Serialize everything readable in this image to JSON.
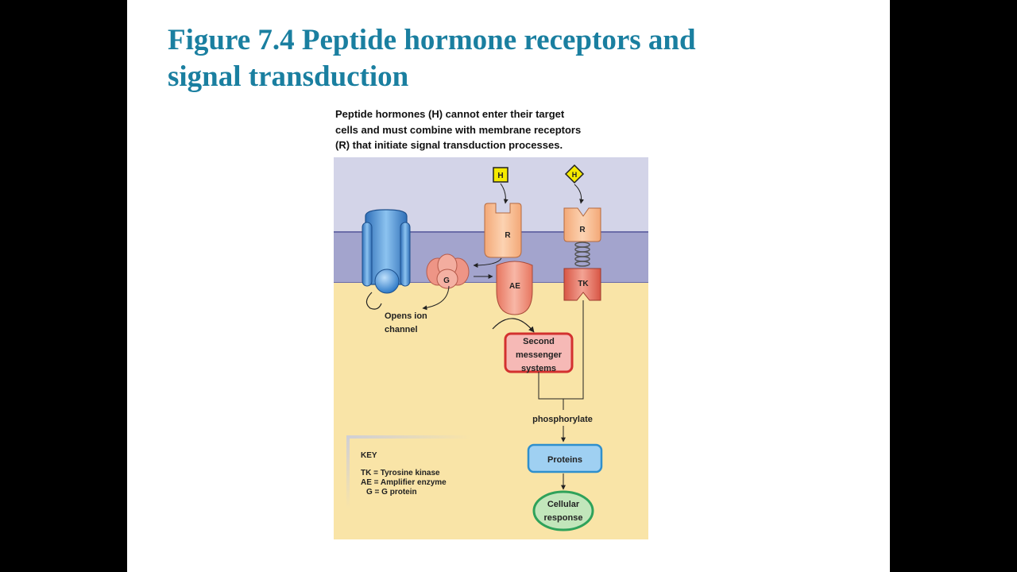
{
  "slide": {
    "title_line1": "Figure 7.4 Peptide hormone receptors and",
    "title_line2": "signal transduction",
    "caption": "Peptide hormones (H) cannot enter their target\ncells and must combine with membrane receptors\n(R) that initiate signal transduction processes."
  },
  "diagram": {
    "hormone_label_1": "H",
    "hormone_label_2": "H",
    "receptor_label_1": "R",
    "receptor_label_2": "R",
    "g_protein_label": "G",
    "amplifier_enzyme_label": "AE",
    "tyrosine_kinase_label": "TK",
    "opens_ion_channel_line1": "Opens ion",
    "opens_ion_channel_line2": "channel",
    "second_messenger_line1": "Second",
    "second_messenger_line2": "messenger",
    "second_messenger_line3": "systems",
    "phosphorylate_label": "phosphorylate",
    "proteins_label": "Proteins",
    "cellular_response_line1": "Cellular",
    "cellular_response_line2": "response",
    "key": {
      "heading": "KEY",
      "line1": "TK = Tyrosine kinase",
      "line2": "AE = Amplifier enzyme",
      "line3": "G = G protein"
    }
  },
  "colors": {
    "title": "#1a7fa0",
    "extracellular": "#d3d4e8",
    "membrane": "#a3a4cd",
    "cytoplasm": "#f9e4a7",
    "hormone": "#f5ea00",
    "receptor": "#f7b889",
    "ion_channel": "#5a9fd8",
    "g_protein": "#ee9586",
    "amplifier_enzyme": "#ee8a74",
    "tyrosine_kinase": "#e46b5a",
    "second_messenger_fill": "#f6b9b6",
    "second_messenger_border": "#d3312f",
    "proteins_fill": "#9fd0f2",
    "proteins_border": "#2f8fcc",
    "response_fill": "#c2e6bb",
    "response_border": "#2fa25a"
  }
}
